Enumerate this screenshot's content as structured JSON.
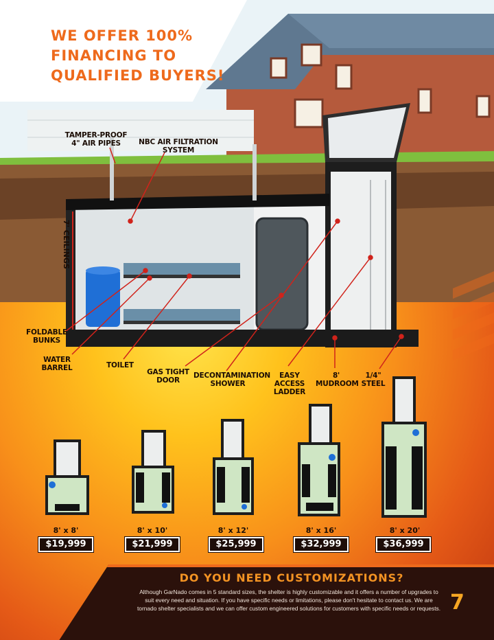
{
  "headline": "WE OFFER 100% FINANCING TO QUALIFIED BUYERS!",
  "callouts": {
    "air_pipes": [
      "TAMPER-PROOF",
      "4\" AIR PIPES"
    ],
    "nbc": [
      "NBC AIR FILTRATION",
      "SYSTEM"
    ],
    "ceilings": "7' CEILINGS",
    "bunks": [
      "FOLDABLE",
      "BUNKS"
    ],
    "barrel": [
      "WATER",
      "BARREL"
    ],
    "toilet": [
      "TOILET"
    ],
    "door": [
      "GAS TIGHT",
      "DOOR"
    ],
    "shower": [
      "DECONTAMINATION",
      "SHOWER"
    ],
    "ladder": [
      "EASY ACCESS",
      "LADDER"
    ],
    "mudroom": [
      "8'",
      "MUDROOM"
    ],
    "steel": [
      "1/4\"",
      "STEEL"
    ]
  },
  "models": [
    {
      "size": "8' x 8'",
      "price": "$19,999"
    },
    {
      "size": "8' x 10'",
      "price": "$21,999"
    },
    {
      "size": "8' x 12'",
      "price": "$25,999"
    },
    {
      "size": "8' x 16'",
      "price": "$32,999"
    },
    {
      "size": "8' x 20'",
      "price": "$36,999"
    }
  ],
  "customization": {
    "title": "DO YOU NEED CUSTOMIZATIONS?",
    "body": "Although GarNado comes in 5 standard sizes, the shelter is highly customizable and it offers a number of upgrades to suit every need and situation. If you have specific needs or limitations, please don't hesitate to contact us. We are tornado shelter specialists and we can offer custom engineered solutions for customers with specific needs or requests."
  },
  "page_number": "7",
  "colors": {
    "accent": "#ee6a1c",
    "dark": "#2b110b",
    "plan_floor": "#cfe6c4",
    "barrel": "#1f6fd6"
  }
}
